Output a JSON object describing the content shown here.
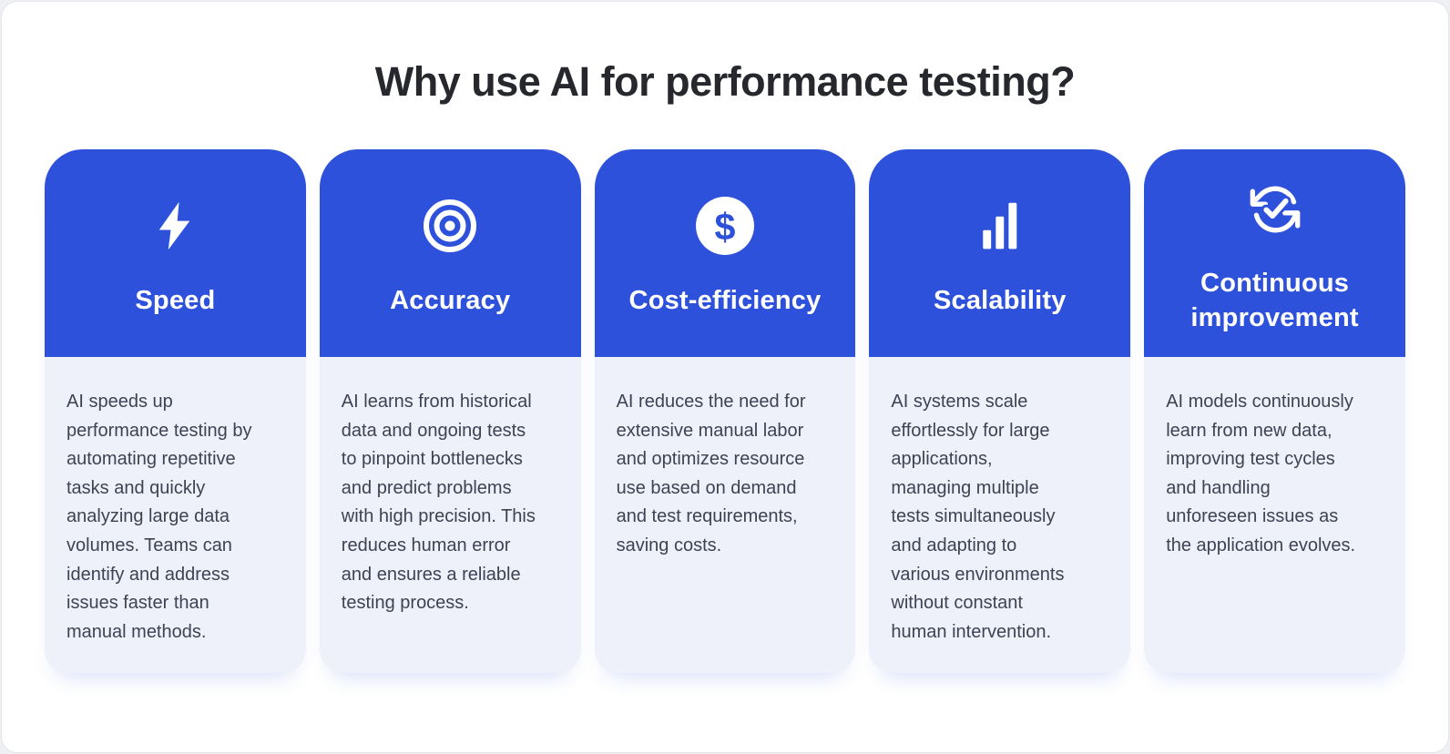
{
  "title": "Why use AI for performance testing?",
  "colors": {
    "accent_blue": "#2d51db",
    "card_body_bg": "#eef1fa",
    "heading_text": "#26282d",
    "body_text": "#3e4253",
    "card_title_text": "#ffffff"
  },
  "cards": [
    {
      "icon": "lightning-bolt",
      "title": "Speed",
      "description": "AI speeds up\nperformance testing by\nautomating repetitive\ntasks and quickly\nanalyzing large data\nvolumes. Teams can\nidentify and address\nissues faster than\nmanual methods."
    },
    {
      "icon": "target-bullseye",
      "title": "Accuracy",
      "description": "AI learns from historical\ndata and ongoing tests\nto pinpoint bottlenecks\nand predict problems\nwith high precision. This\nreduces human error\nand ensures a reliable\ntesting process."
    },
    {
      "icon": "dollar-circle",
      "title": "Cost-efficiency",
      "description": "AI reduces the need for\nextensive manual labor\nand optimizes resource\nuse based on demand\nand test requirements,\nsaving costs."
    },
    {
      "icon": "bar-chart",
      "title": "Scalability",
      "description": "AI systems scale\neffortlessly for large\napplications,\nmanaging multiple\ntests simultaneously\nand adapting to\nvarious environments\nwithout constant\nhuman intervention."
    },
    {
      "icon": "sync-check",
      "title": "Continuous improvement",
      "description": "AI models continuously\nlearn from new data,\nimproving test cycles\nand handling\nunforeseen issues as\nthe application evolves."
    }
  ]
}
